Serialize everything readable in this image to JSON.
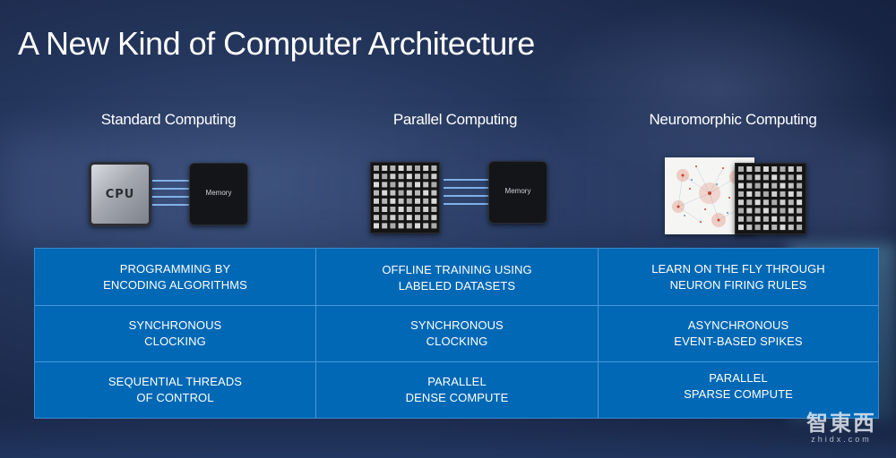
{
  "title": "A New Kind of Computer Architecture",
  "columns": [
    {
      "heading": "Standard Computing"
    },
    {
      "heading": "Parallel Computing"
    },
    {
      "heading": "Neuromorphic Computing"
    }
  ],
  "chips": {
    "cpu_label": "CPU",
    "memory_label": "Memory"
  },
  "rows": [
    [
      "PROGRAMMING BY\nENCODING ALGORITHMS",
      "OFFLINE TRAINING USING\nLABELED DATASETS",
      "LEARN ON THE FLY THROUGH\nNEURON FIRING RULES"
    ],
    [
      "SYNCHRONOUS\nCLOCKING",
      "SYNCHRONOUS\nCLOCKING",
      "ASYNCHRONOUS\nEVENT-BASED SPIKES"
    ],
    [
      "SEQUENTIAL THREADS\nOF CONTROL",
      "PARALLEL\nDENSE COMPUTE",
      "PARALLEL\nSPARSE COMPUTE"
    ]
  ],
  "colors": {
    "table_blue": "#0068b5",
    "table_border": "#4b96d8",
    "arrow_blue": "#8fc3ff"
  },
  "watermark": {
    "main": "智東西",
    "sub": "zhidx.com"
  }
}
